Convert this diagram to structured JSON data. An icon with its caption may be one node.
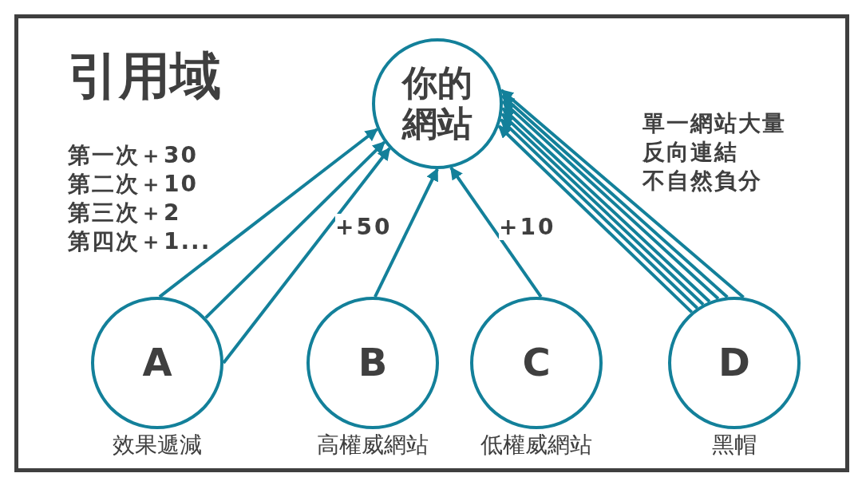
{
  "diagram": {
    "title": "引用域",
    "nodes": [
      {
        "text": [
          "你的網站"
        ]
      },
      {
        "text": [
          "A"
        ],
        "beside": [
          "效果遞減"
        ]
      },
      {
        "text": [
          "B"
        ],
        "beside": [
          "高權威網站"
        ]
      },
      {
        "text": [
          "C"
        ],
        "beside": [
          "低權威網站"
        ]
      },
      {
        "text": [
          "D"
        ],
        "beside": [
          "黑帽"
        ]
      }
    ],
    "edges": [
      {
        "from": 1,
        "to": 0,
        "arrow": "to"
      },
      {
        "from": 1,
        "to": 0,
        "arrow": "to"
      },
      {
        "from": 1,
        "to": 0,
        "arrow": "to"
      },
      {
        "from": 2,
        "to": 0,
        "arrow": "to",
        "label": "+50"
      },
      {
        "from": 3,
        "to": 0,
        "arrow": "to",
        "label": "+10"
      },
      {
        "from": 4,
        "to": 0,
        "arrow": "to"
      },
      {
        "from": 4,
        "to": 0,
        "arrow": "to"
      },
      {
        "from": 4,
        "to": 0,
        "arrow": "to"
      },
      {
        "from": 4,
        "to": 0,
        "arrow": "to"
      },
      {
        "from": 4,
        "to": 0,
        "arrow": "to"
      },
      {
        "from": 4,
        "to": 0,
        "arrow": "to"
      },
      {
        "from": 4,
        "to": 0,
        "arrow": "to"
      }
    ],
    "labels": [
      "第一次＋30",
      "第二次＋10",
      "第三次＋2",
      "第四次＋1...",
      "單一網站大量",
      "反向連結",
      "不自然負分"
    ]
  }
}
